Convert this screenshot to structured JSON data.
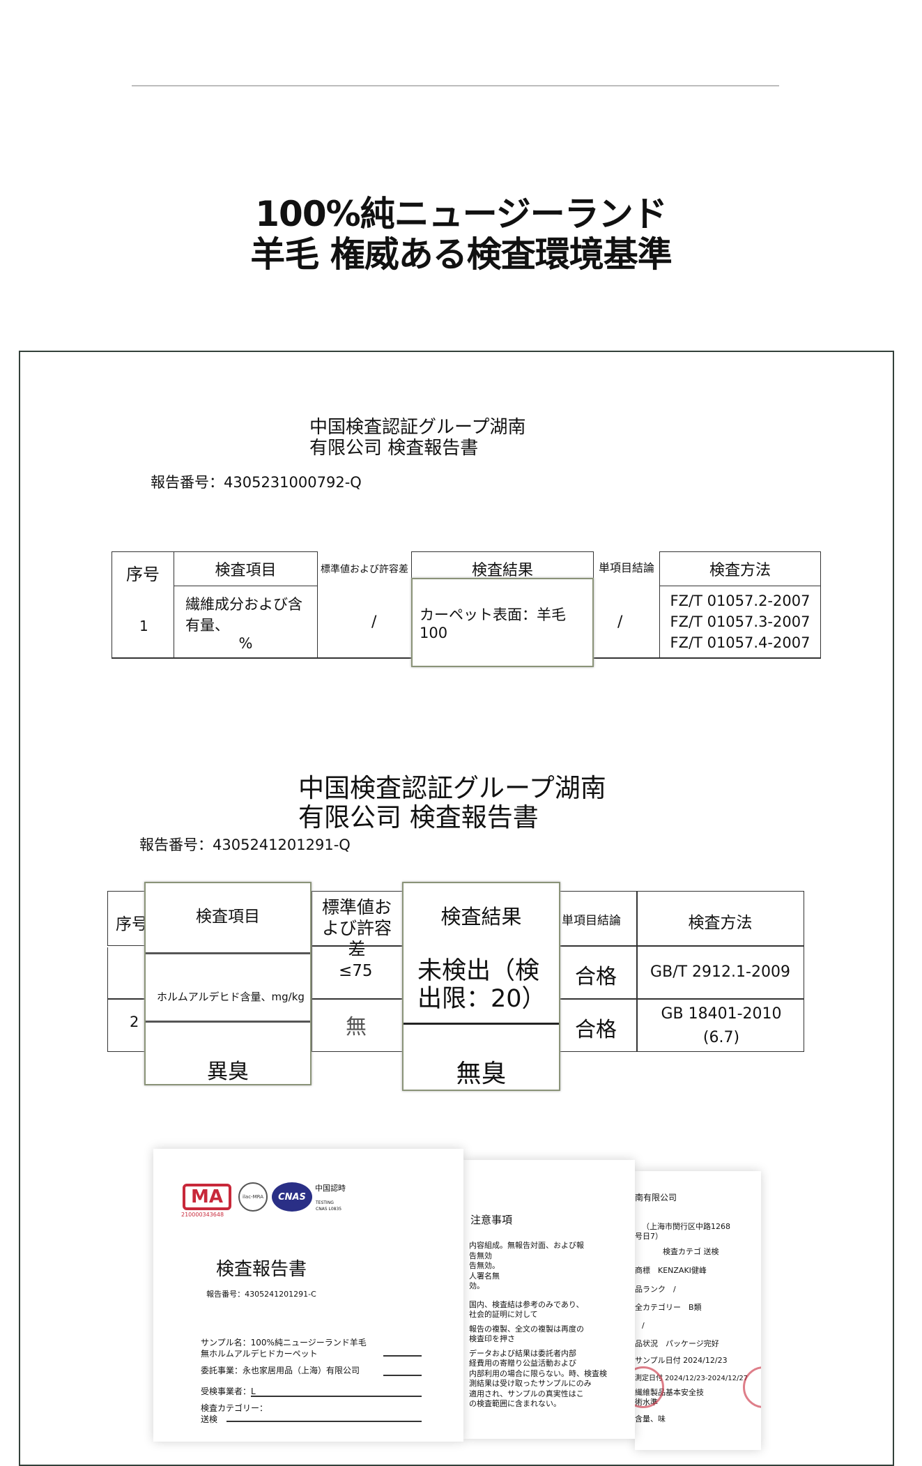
{
  "headline": {
    "line1": "100%純ニュージーランド",
    "line2": "羊毛 権威ある検査環境基準"
  },
  "report1": {
    "title1": "中国検査認証グループ湖南",
    "title2": "有限公司 検査報告書",
    "number": "報告番号：4305231000792-Q",
    "headers": [
      "序号",
      "検査項目",
      "標準値および許容差",
      "検査結果",
      "単項目結論",
      "検査方法"
    ],
    "row": {
      "no": "1",
      "item": "繊維成分および含有量、",
      "unit": "%",
      "standard": "/",
      "result": "カーペット表面：羊毛100",
      "conclusion": "/",
      "methods": [
        "FZ/T 01057.2-2007",
        "FZ/T 01057.3-2007",
        "FZ/T 01057.4-2007"
      ]
    }
  },
  "report2": {
    "title1": "中国検査認証グループ湖南",
    "title2": "有限公司 検査報告書",
    "number": "報告番号：4305241201291-Q",
    "headers": [
      "序号",
      "検査項目",
      "標準値および許容差",
      "検査結果",
      "単項目結論",
      "検査方法"
    ],
    "rows": [
      {
        "no": "",
        "item": "ホルムアルデヒド含量、mg/kg",
        "standard": "≤75",
        "result": "未検出（検出限：20）",
        "conclusion": "合格",
        "method": "GB/T 2912.1-2009"
      },
      {
        "no": "2",
        "item": "異臭",
        "standard": "無",
        "result": "無臭",
        "conclusion": "合格",
        "method": "GB 18401-2010 (6.7)"
      }
    ]
  },
  "docs": {
    "cover": {
      "logo_ma": "MA",
      "ma_no": "210000343648",
      "logo_ilac": "ilac-MRA",
      "logo_cnas": "CNAS",
      "cert_title": "中国認時",
      "cert_sub": "TESTING",
      "cert_no": "CNAS L0835",
      "title": "検査報告書",
      "number": "報告番号：4305241201291-C",
      "fields": [
        "サンプル名：100%純ニュージーランド羊毛",
        "無ホルムアルデヒドカーペット",
        "委託事業：永也家居用品（上海）有限公司",
        "受検事業者：L",
        "検査カテゴリー：",
        "送検"
      ]
    },
    "notes": {
      "title": "注意事項",
      "lines": [
        "内容組成。無報告対面、および報",
        "告無効",
        "告無効。",
        "人署名無",
        "効。",
        "国内、検査結は参考のみであり、",
        "社会的証明に対して",
        "報告の複製、全文の複製は再度の",
        "検査印を押さ",
        "データおよび結果は委託者内部",
        "経費用の寄贈り公益活動および",
        "内部利用の場合に限らない。時、検査検",
        "測結果は受け取ったサンプルにのみ",
        "適用され、サンプルの真実性はこ",
        "の検査範囲に含まれない。"
      ]
    },
    "info": {
      "lines": [
        "南有限公司",
        "（上海市閔行区中路1268",
        "号日7）",
        "検査カテゴ 送検",
        "商標　KENZAKI健峰",
        "品ランク　/",
        "全カテゴリー　B類",
        "/",
        "品状況　パッケージ完好",
        "サンプル日付 2024/12/23",
        "測定日付 2024/12/23-2024/12/27",
        "繊維製品基本安全技",
        "術水準",
        "含量、味"
      ]
    }
  },
  "colors": {
    "frame": "#33413a",
    "overlay_border": "#8a9378",
    "stamp": "#c8283a",
    "cnas": "#2a2f86"
  }
}
